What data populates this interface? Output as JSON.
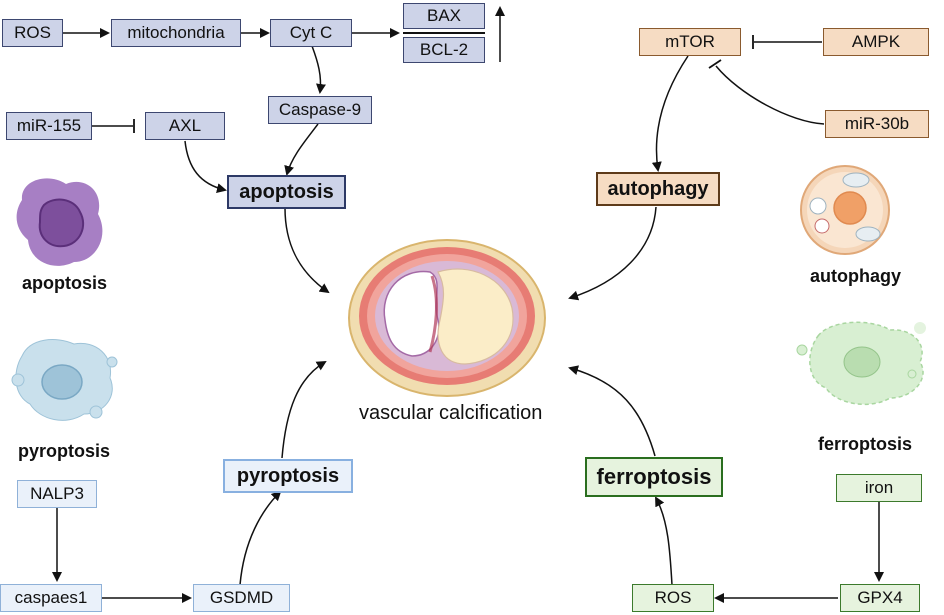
{
  "nodes": {
    "ros_top": "ROS",
    "mitochondria": "mitochondria",
    "cytc": "Cyt C",
    "bax": "BAX",
    "bcl2": "BCL-2",
    "mir155": "miR-155",
    "axl": "AXL",
    "caspase9": "Caspase-9",
    "apoptosis": "apoptosis",
    "mtor": "mTOR",
    "ampk": "AMPK",
    "mir30b": "miR-30b",
    "autophagy": "autophagy",
    "nalp3": "NALP3",
    "caspaes1": "caspaes1",
    "gsdmd": "GSDMD",
    "pyroptosis": "pyroptosis",
    "iron": "iron",
    "gpx4": "GPX4",
    "ros_bottom": "ROS",
    "ferroptosis": "ferroptosis"
  },
  "cell_labels": {
    "apoptosis": "apoptosis",
    "pyroptosis": "pyroptosis",
    "autophagy": "autophagy",
    "ferroptosis": "ferroptosis"
  },
  "center_caption": "vascular calcification",
  "colors": {
    "apoptosis_box": "#cdd3e8",
    "autophagy_box": "#f6dcc3",
    "pyroptosis_box": "#eaf1fa",
    "ferroptosis_box": "#e6f3de",
    "apoptosis_cell": "#a77fc4",
    "pyroptosis_cell": "#b9d7e8",
    "autophagy_cell": "#f0c9a3",
    "ferroptosis_cell": "#cfeac9"
  }
}
